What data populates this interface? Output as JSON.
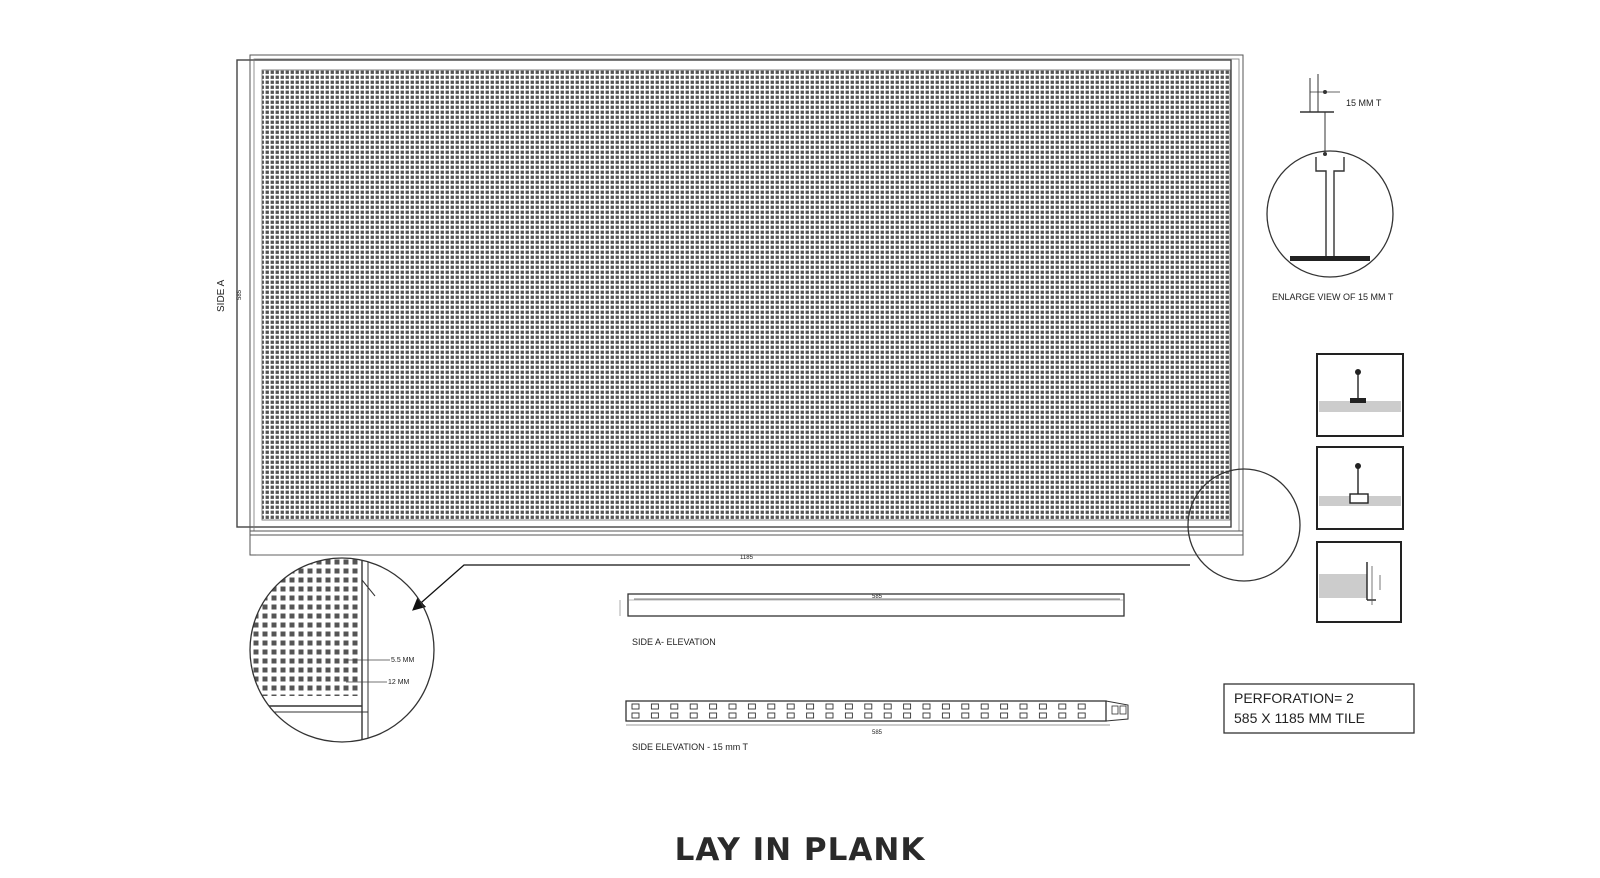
{
  "drawing": {
    "side_a_label": "SIDE A",
    "side_a_dim": "585",
    "bottom_dim": "1185",
    "enlarge_spec": "15 MM T",
    "enlarge_caption": "ENLARGE VIEW OF 15 MM T",
    "detail_dim_1": "5.5 MM",
    "detail_dim_2": "12 MM",
    "elevation_a_dim": "585",
    "elevation_a_label": "SIDE A- ELEVATION",
    "elevation_b_dim": "585",
    "elevation_b_label": "SIDE ELEVATION - 15 mm T",
    "spec_line_1": "PERFORATION= 2",
    "spec_line_2": "585 X 1185 MM TILE"
  },
  "caption": "LAY IN PLANK"
}
